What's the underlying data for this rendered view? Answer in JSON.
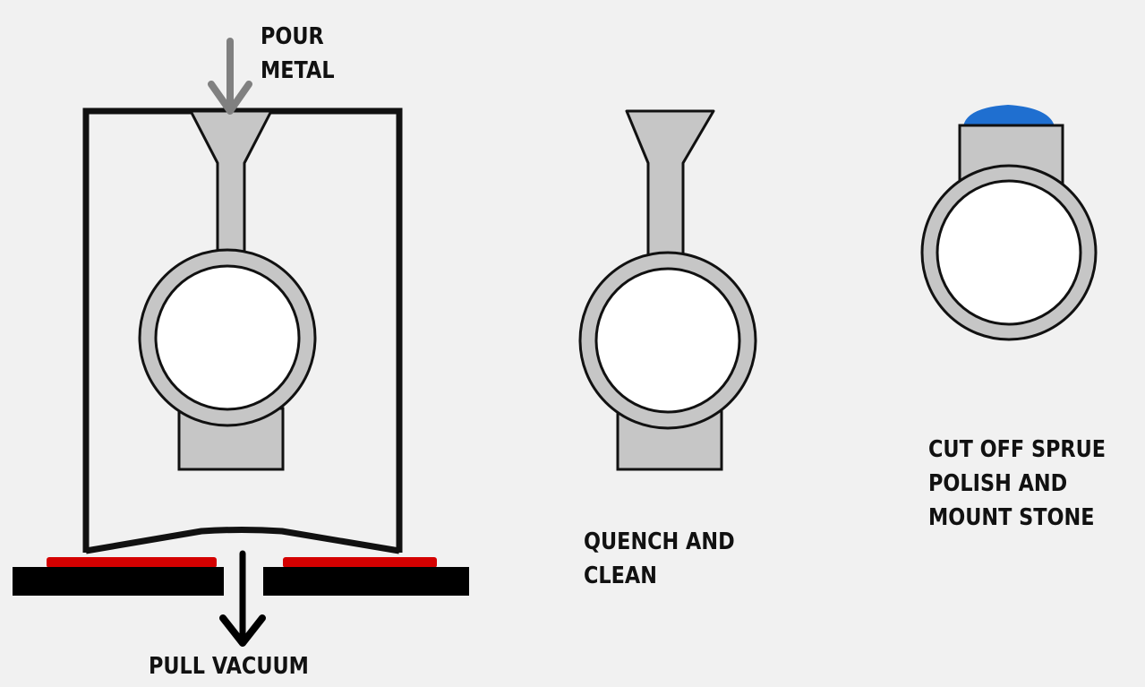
{
  "labels": {
    "pour_line1": "POUR",
    "pour_line2": "METAL",
    "pull_vacuum": "PULL VACUUM",
    "quench_line1": "QUENCH AND",
    "quench_line2": "CLEAN",
    "cut_line1": "CUT OFF SPRUE",
    "cut_line2": "POLISH AND",
    "cut_line3": "MOUNT STONE"
  },
  "colors": {
    "background": "#f1f1f1",
    "casting_metal": "#c6c6c6",
    "outline": "#111111",
    "arrow_pour": "#808080",
    "seal_gasket": "#d40000",
    "stone": "#1f6fd0"
  }
}
